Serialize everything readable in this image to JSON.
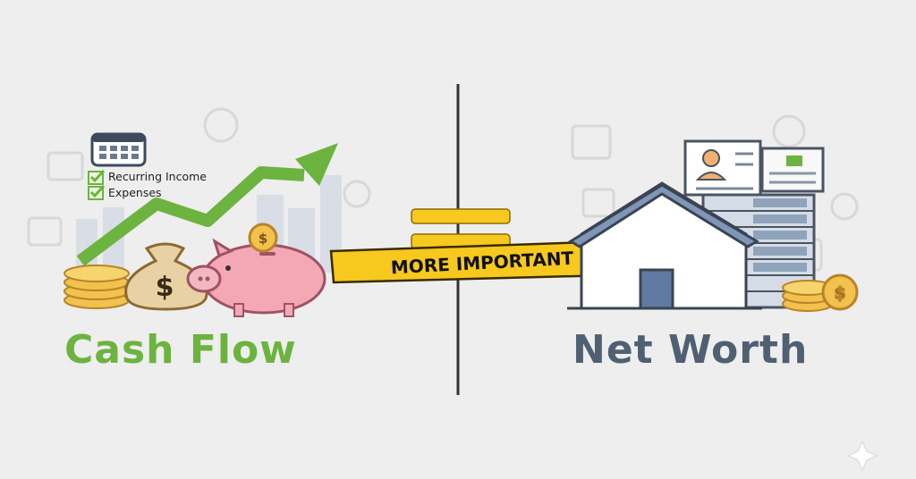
{
  "left_panel": {
    "title": "Cash Flow",
    "checklist": [
      "Recurring Income",
      "Expenses"
    ],
    "coin_symbol": "$"
  },
  "right_panel": {
    "title": "Net Worth",
    "coin_symbol": "$"
  },
  "center": {
    "banner_text": "MORE IMPORTANT",
    "symbol": "equals-sign"
  },
  "colors": {
    "background": "#eeeeee",
    "green": "#6db33f",
    "slate": "#4f6073",
    "banner_yellow": "#f7c81e",
    "piggy_pink": "#f4a7b4",
    "coin_gold": "#f2c14e"
  },
  "icons": [
    "calendar-icon",
    "checkbox-icon",
    "trend-arrow-icon",
    "money-bag-icon",
    "piggy-bank-icon",
    "coin-stack-icon",
    "house-icon",
    "document-icon",
    "building-icon",
    "sparkle-icon",
    "divider-line"
  ]
}
